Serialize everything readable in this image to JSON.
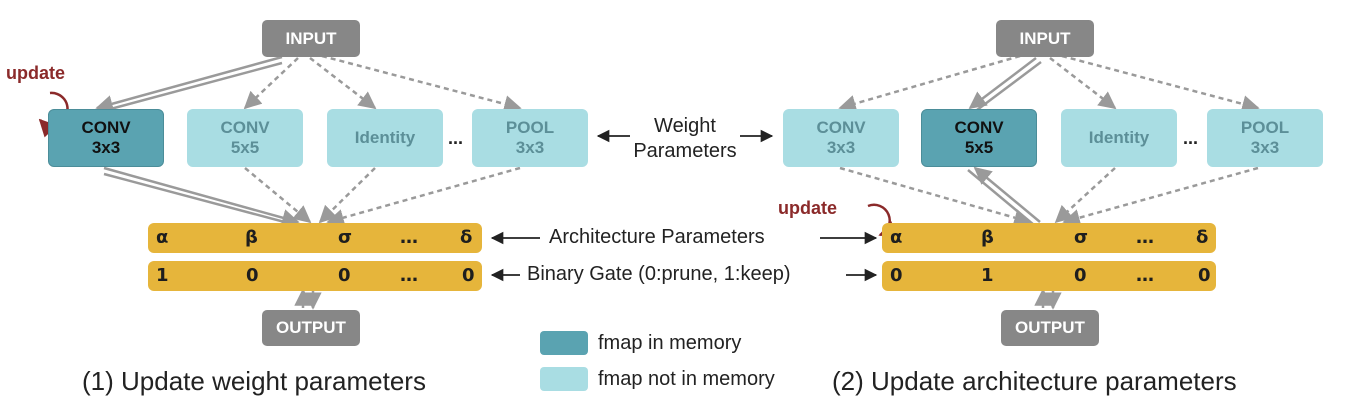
{
  "panels": [
    {
      "input_label": "INPUT",
      "output_label": "OUTPUT",
      "ops": [
        {
          "label": "CONV\n3x3",
          "active": true
        },
        {
          "label": "CONV\n5x5",
          "active": false
        },
        {
          "label": "Identity",
          "active": false
        },
        {
          "label": "POOL\n3x3",
          "active": false
        }
      ],
      "ellipsis": "...",
      "arch_params": [
        "α",
        "β",
        "σ",
        "…",
        "δ"
      ],
      "gates": [
        "1",
        "0",
        "0",
        "…",
        "0"
      ],
      "update_label": "update",
      "caption": "(1) Update weight parameters"
    },
    {
      "input_label": "INPUT",
      "output_label": "OUTPUT",
      "ops": [
        {
          "label": "CONV\n3x3",
          "active": false
        },
        {
          "label": "CONV\n5x5",
          "active": true
        },
        {
          "label": "Identity",
          "active": false
        },
        {
          "label": "POOL\n3x3",
          "active": false
        }
      ],
      "ellipsis": "...",
      "arch_params": [
        "α",
        "β",
        "σ",
        "…",
        "δ"
      ],
      "gates": [
        "0",
        "1",
        "0",
        "…",
        "0"
      ],
      "update_label": "update",
      "caption": "(2) Update architecture parameters"
    }
  ],
  "center": {
    "weight_params": "Weight\nParameters",
    "arch_params": "Architecture Parameters",
    "binary_gate": "Binary Gate (0:prune, 1:keep)"
  },
  "legend": [
    {
      "label": "fmap in memory",
      "color": "#5aa3b1"
    },
    {
      "label": "fmap not in memory",
      "color": "#a9dde3"
    }
  ],
  "colors": {
    "active_op": "#5aa3b1",
    "inactive_op": "#a9dde3",
    "io_box": "#878787",
    "param_bar": "#e6b53b",
    "update_accent": "#8b2a2a"
  }
}
